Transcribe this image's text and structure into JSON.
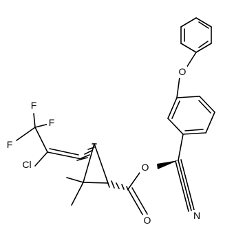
{
  "atoms": {
    "o_ether": "O",
    "o_ester": "O",
    "o_carbonyl": "O",
    "n_nitrile": "N",
    "cl": "Cl",
    "f_top": "F",
    "f_right": "F",
    "f_left": "F"
  },
  "colors": {
    "bond": "#000000",
    "background": "#ffffff"
  }
}
